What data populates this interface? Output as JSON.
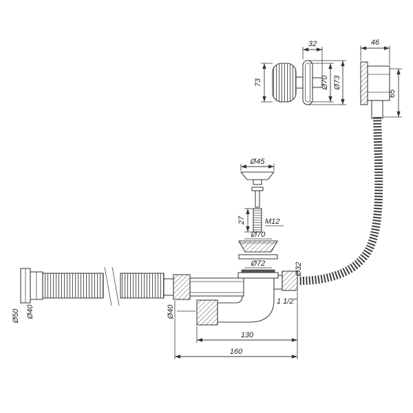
{
  "drawing": {
    "overflow": {
      "height": "73",
      "cap_width": "32",
      "cap_d_inner": "Ø70",
      "cap_d_outer": "Ø73",
      "body_width": "46",
      "body_height": "65"
    },
    "plug": {
      "cap_diameter": "Ø45",
      "thread_length": "27",
      "thread": "M12",
      "flange_diameter": "Ø70",
      "gasket_diameter": "Ø72"
    },
    "hose": {
      "d50": "Ø50",
      "d40": "Ø40"
    },
    "siphon": {
      "inlet_d": "Ø40",
      "outlet_d": "Ø40",
      "outlet_thread": "1 1/2\"",
      "overflow_d": "Ø32",
      "len_130": "130",
      "len_160": "160"
    }
  }
}
